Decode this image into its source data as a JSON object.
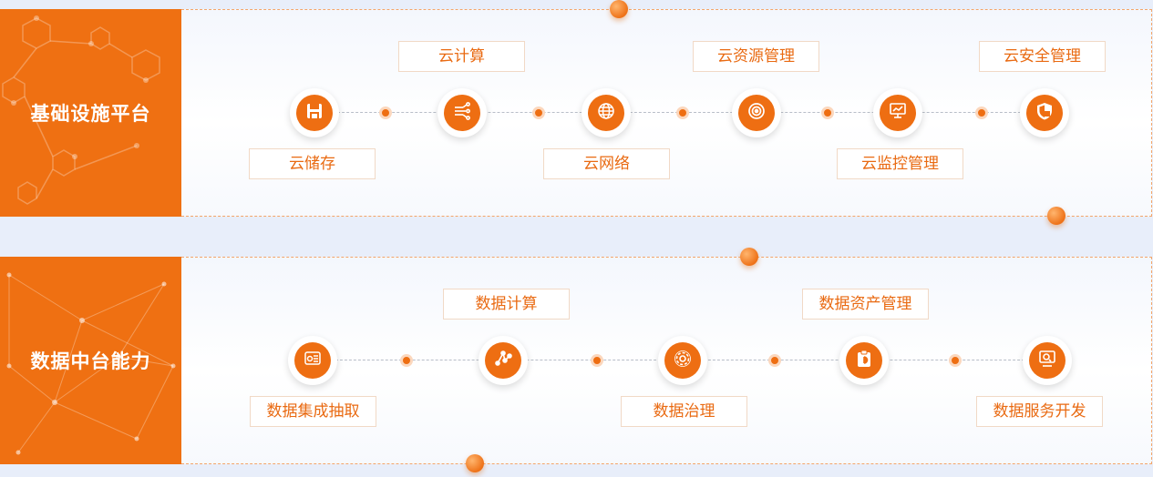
{
  "sections": [
    {
      "title": "基础设施平台",
      "items": [
        {
          "label": "云储存",
          "icon": "storage-icon"
        },
        {
          "label": "云计算",
          "icon": "compute-icon"
        },
        {
          "label": "云网络",
          "icon": "globe-icon"
        },
        {
          "label": "云资源管理",
          "icon": "target-icon"
        },
        {
          "label": "云监控管理",
          "icon": "monitor-icon"
        },
        {
          "label": "云安全管理",
          "icon": "shield-icon"
        }
      ]
    },
    {
      "title": "数据中台能力",
      "items": [
        {
          "label": "数据集成抽取",
          "icon": "integration-icon"
        },
        {
          "label": "数据计算",
          "icon": "graph-icon"
        },
        {
          "label": "数据治理",
          "icon": "gear-icon"
        },
        {
          "label": "数据资产管理",
          "icon": "asset-icon"
        },
        {
          "label": "数据服务开发",
          "icon": "service-icon"
        }
      ]
    }
  ],
  "colors": {
    "accent": "#ee6e12",
    "tag_text": "#e96a12"
  }
}
